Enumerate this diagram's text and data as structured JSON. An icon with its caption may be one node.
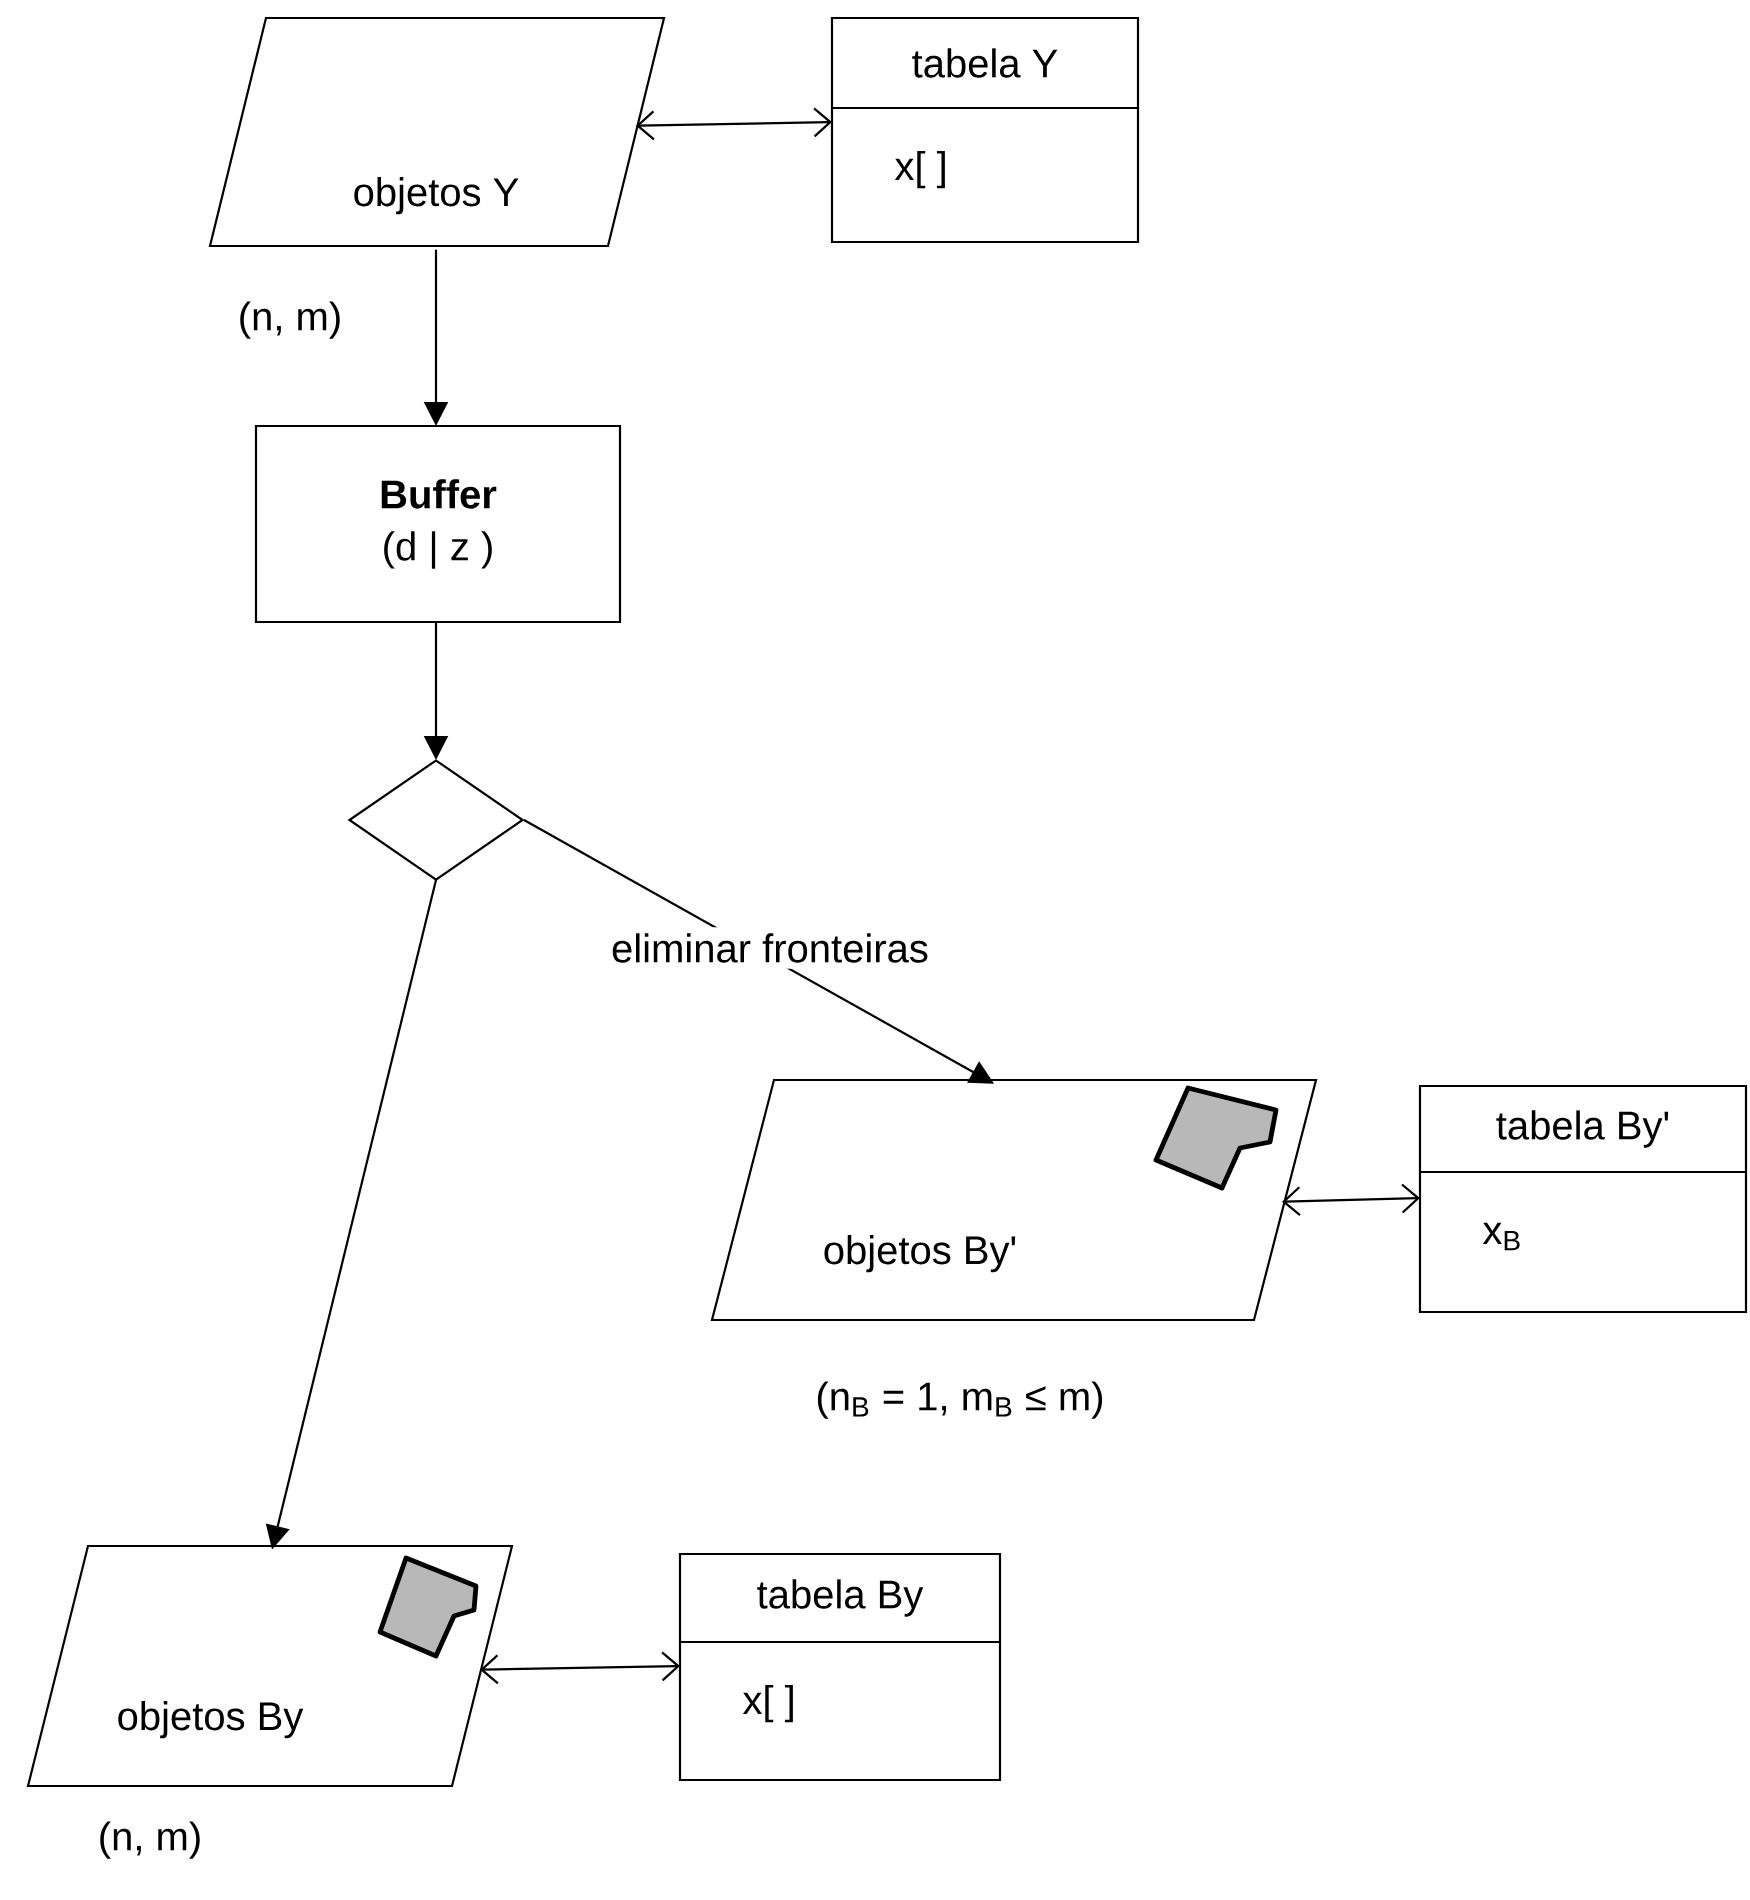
{
  "diagram": {
    "nodes": [
      {
        "text": [
          "objetos Y"
        ],
        "beside": [
          "(n, m)"
        ]
      },
      {
        "text": [
          "tabela Y",
          "x[ ]"
        ]
      },
      {
        "text": [
          "Buffer",
          "(d | z )"
        ]
      },
      {
        "text": [],
        "shape": "diamond"
      },
      {
        "text": [
          "objetos By'"
        ],
        "beside": [
          "(n$_{B}$ = 1, m$_{B}$ ≤ m)"
        ]
      },
      {
        "text": [
          "tabela By'",
          "x$_{B}$"
        ]
      },
      {
        "text": [
          "objetos By"
        ],
        "beside": [
          "(n, m)"
        ]
      },
      {
        "text": [
          "tabela By",
          "x[ ]"
        ]
      }
    ],
    "edges": [
      {
        "from": 0,
        "to": 1,
        "arrow": "both"
      },
      {
        "from": 0,
        "to": 2,
        "arrow": "to"
      },
      {
        "from": 2,
        "to": 3,
        "arrow": "to"
      },
      {
        "from": 3,
        "to": 4,
        "arrow": "to",
        "label": "eliminar fronteiras"
      },
      {
        "from": 4,
        "to": 5,
        "arrow": "both"
      },
      {
        "from": 3,
        "to": 6,
        "arrow": "to"
      },
      {
        "from": 6,
        "to": 7,
        "arrow": "both"
      }
    ]
  }
}
